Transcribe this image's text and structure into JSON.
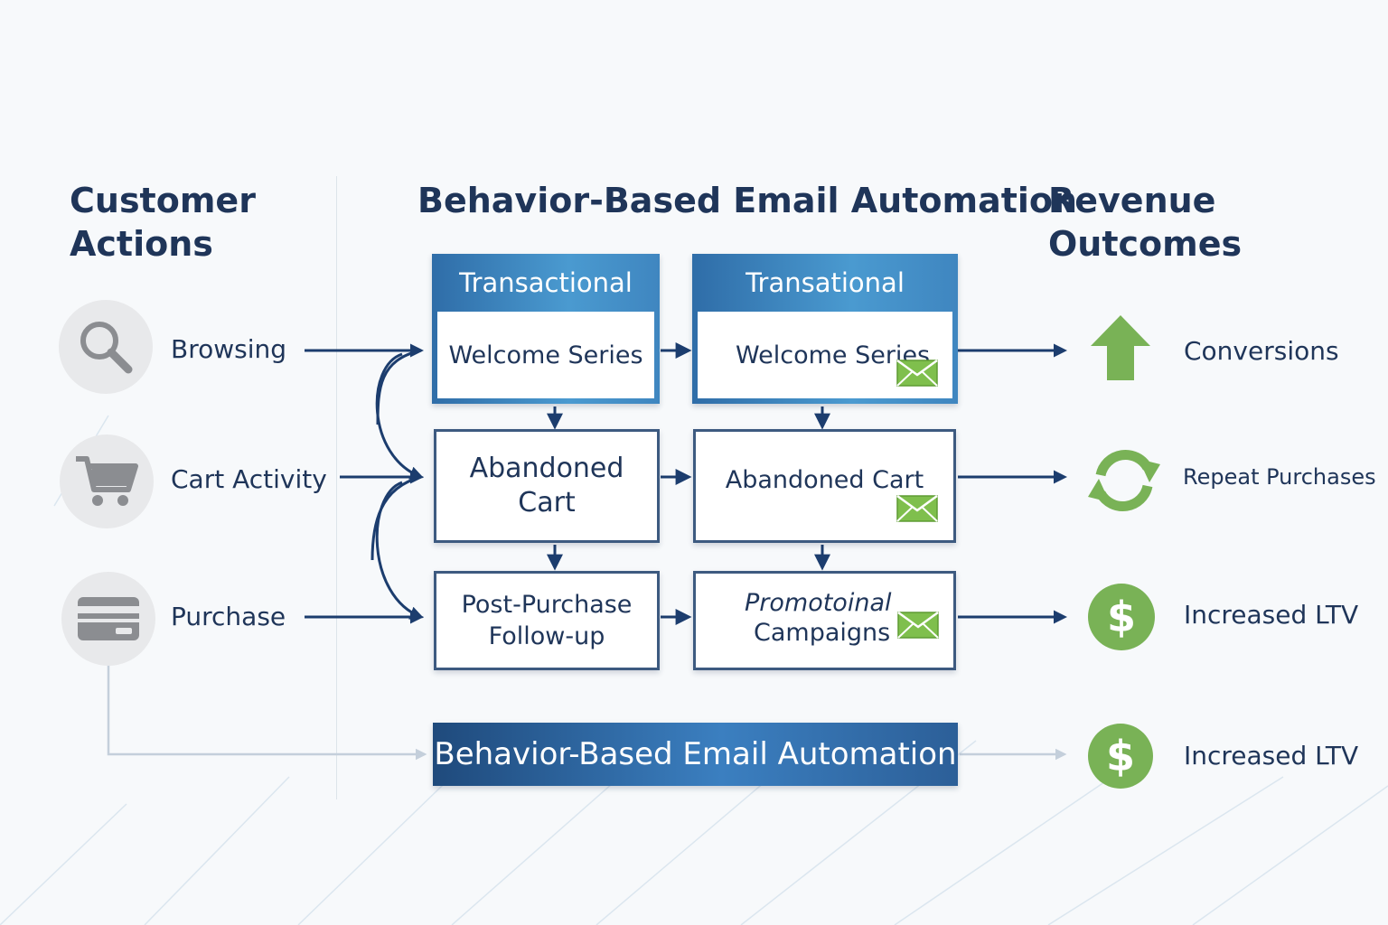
{
  "headings": {
    "left": "Customer\nActions",
    "center": "Behavior-Based Email Automation",
    "right": "Revenue Outcomes"
  },
  "actions": [
    {
      "label": "Browsing",
      "icon": "magnifier-icon"
    },
    {
      "label": "Cart Activity",
      "icon": "shopping-cart-icon"
    },
    {
      "label": "Purchase",
      "icon": "credit-card-icon"
    }
  ],
  "column1": {
    "header": "Transactional",
    "welcome": "Welcome Series",
    "abandoned": "Abandoned\nCart",
    "post_purchase": "Post-Purchase\nFollow-up"
  },
  "column2": {
    "header": "Transational",
    "welcome": "Welcome Series",
    "abandoned": "Abandoned Cart",
    "promo_line1": "Promotoinal",
    "promo_line2": "Campaigns"
  },
  "outcomes": [
    {
      "label": "Conversions",
      "icon": "up-arrow-icon"
    },
    {
      "label": "Repeat Purchases",
      "icon": "refresh-cycle-icon"
    },
    {
      "label": "Increased LTV",
      "icon": "dollar-icon"
    }
  ],
  "banner": {
    "label": "Behavior-Based Email Automation",
    "outcome": "Increased LTV",
    "outcome_icon": "dollar-icon"
  },
  "colors": {
    "navy": "#1f3559",
    "border": "#3d5a80",
    "arrow": "#1c3d6e",
    "green": "#79b256",
    "panel_blue": "#3f86c0"
  }
}
